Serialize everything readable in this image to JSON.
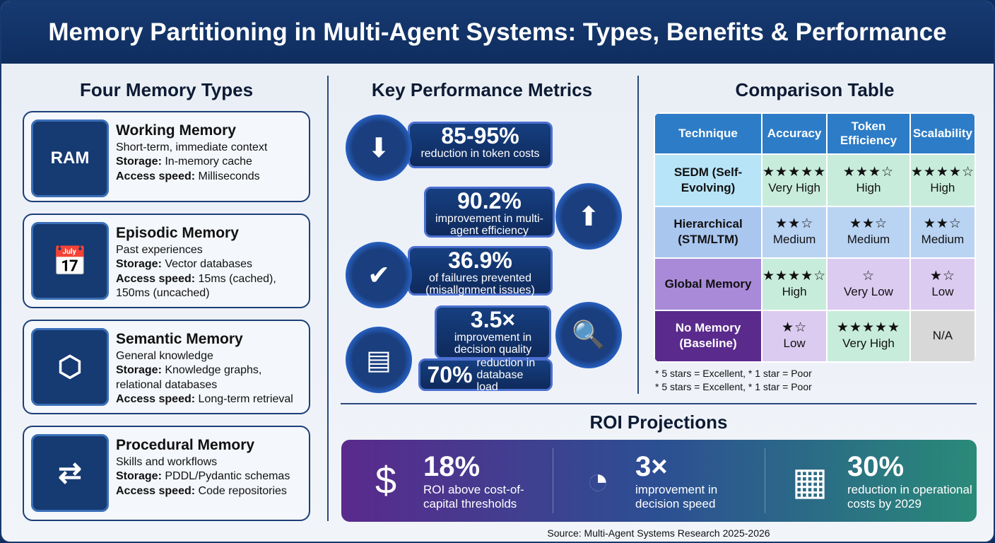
{
  "title": "Memory Partitioning in Multi-Agent Systems: Types, Benefits & Performance",
  "memory_types": {
    "heading": "Four Memory Types",
    "items": [
      {
        "name": "Working Memory",
        "desc": "Short-term, immediate context",
        "storage_label": "Storage:",
        "storage": "In-memory cache",
        "speed_label": "Access speed:",
        "speed": "Milliseconds",
        "icon": "ram-chip-icon",
        "icon_text": "RAM"
      },
      {
        "name": "Episodic Memory",
        "desc": "Past experiences",
        "storage_label": "Storage:",
        "storage": "Vector databases",
        "speed_label": "Access speed:",
        "speed": "15ms (cached), 150ms (uncached)",
        "icon": "calendar-timeline-icon"
      },
      {
        "name": "Semantic Memory",
        "desc": "General knowledge",
        "storage_label": "Storage:",
        "storage": "Knowledge graphs, relational databases",
        "speed_label": "Access speed:",
        "speed": "Long-term retrieval",
        "icon": "knowledge-graph-icon"
      },
      {
        "name": "Procedural Memory",
        "desc": "Skills and workflows",
        "storage_label": "Storage:",
        "storage": "PDDL/Pydantic schemas",
        "speed_label": "Access speed:",
        "speed": "Code repositories",
        "icon": "workflow-icon"
      }
    ]
  },
  "metrics": {
    "heading": "Key Performance Metrics",
    "items": [
      {
        "value": "85-95%",
        "label": "reduction in token costs",
        "icon": "coins-down-icon"
      },
      {
        "value": "90.2%",
        "label": "improvement in multi-agent efficiency",
        "icon": "robots-up-icon"
      },
      {
        "value": "36.9%",
        "label": "of failures prevented (misallgnment issues)",
        "icon": "shield-check-icon"
      },
      {
        "value": "3.5×",
        "label": "improvement in decision quality",
        "icon": "brain-search-icon"
      },
      {
        "value": "70%",
        "label": "reduction in database load",
        "icon": "database-down-icon"
      }
    ]
  },
  "comparison": {
    "heading": "Comparison Table",
    "columns": [
      "Technique",
      "Accuracy",
      "Token Efficiency",
      "Scalability"
    ],
    "rows": [
      {
        "technique": "SEDM (Self-Evolving)",
        "color": "#b8e4f8",
        "cells": [
          {
            "filled": 5,
            "total": 5,
            "label": "Very High"
          },
          {
            "filled": 3,
            "total": 4,
            "label": "High"
          },
          {
            "filled": 4,
            "total": 5,
            "label": "High"
          }
        ]
      },
      {
        "technique": "Hierarchical (STM/LTM)",
        "color": "#a9c6ef",
        "cells": [
          {
            "filled": 2,
            "total": 3,
            "label": "Medium"
          },
          {
            "filled": 2,
            "total": 3,
            "label": "Medium"
          },
          {
            "filled": 2,
            "total": 3,
            "label": "Medium"
          }
        ]
      },
      {
        "technique": "Global Memory",
        "color": "#a98ad8",
        "cells": [
          {
            "filled": 4,
            "total": 5,
            "label": "High"
          },
          {
            "filled": 0,
            "total": 1,
            "label": "Very Low"
          },
          {
            "filled": 1,
            "total": 2,
            "label": "Low"
          }
        ]
      },
      {
        "technique": "No Memory (Baseline)",
        "color": "#5a2a8c",
        "cells": [
          {
            "filled": 1,
            "total": 2,
            "label": "Low"
          },
          {
            "filled": 5,
            "total": 5,
            "label": "Very High"
          },
          {
            "filled": 0,
            "total": 0,
            "label": "N/A"
          }
        ]
      }
    ],
    "footnotes": [
      "* 5 stars = Excellent, * 1 star = Poor",
      "* 5 stars = Excellent, * 1 star = Poor"
    ]
  },
  "roi": {
    "heading": "ROI Projections",
    "items": [
      {
        "value": "18%",
        "label": "ROI above cost-of-capital thresholds",
        "icon": "dollar-growth-icon"
      },
      {
        "value": "3×",
        "label": "improvement in decision speed",
        "icon": "speedometer-icon"
      },
      {
        "value": "30%",
        "label": "reduction in operational costs by 2029",
        "icon": "factory-calendar-icon"
      }
    ]
  },
  "source": "Source: Multi-Agent Systems Research 2025-2026"
}
